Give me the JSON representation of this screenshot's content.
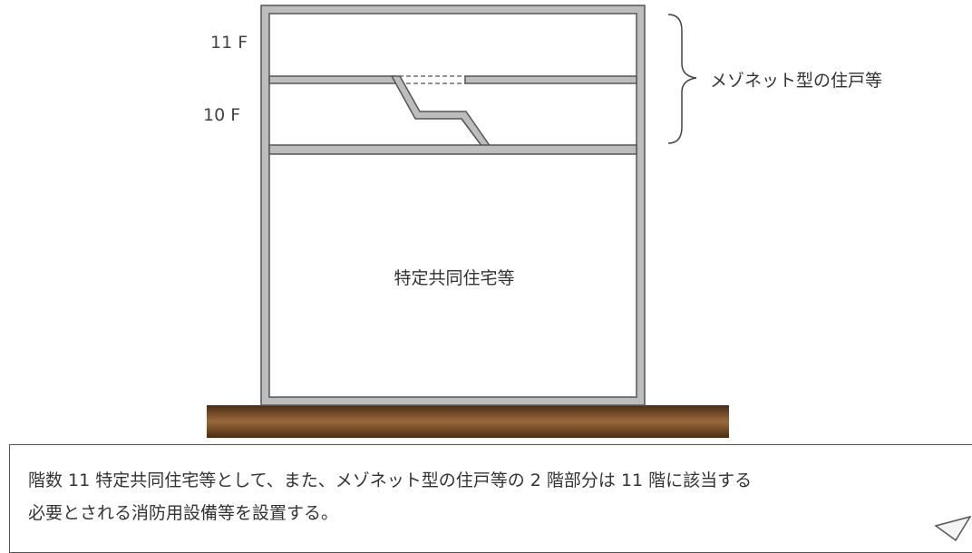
{
  "floors": {
    "upper_label": "11 F",
    "lower_label": "10 F"
  },
  "maisonette_label": "メゾネット型の住戸等",
  "building_label": "特定共同住宅等",
  "note": {
    "line1": "階数 11 特定共同住宅等として、また、メゾネット型の住戸等の 2 階部分は 11 階に該当する",
    "line2": "必要とされる消防用設備等を設置する。"
  },
  "colors": {
    "wall_outline": "#555555",
    "wall_fill": "#bdbdbd",
    "ground_dark": "#4a2c12",
    "ground_light": "#9a6a3c"
  }
}
